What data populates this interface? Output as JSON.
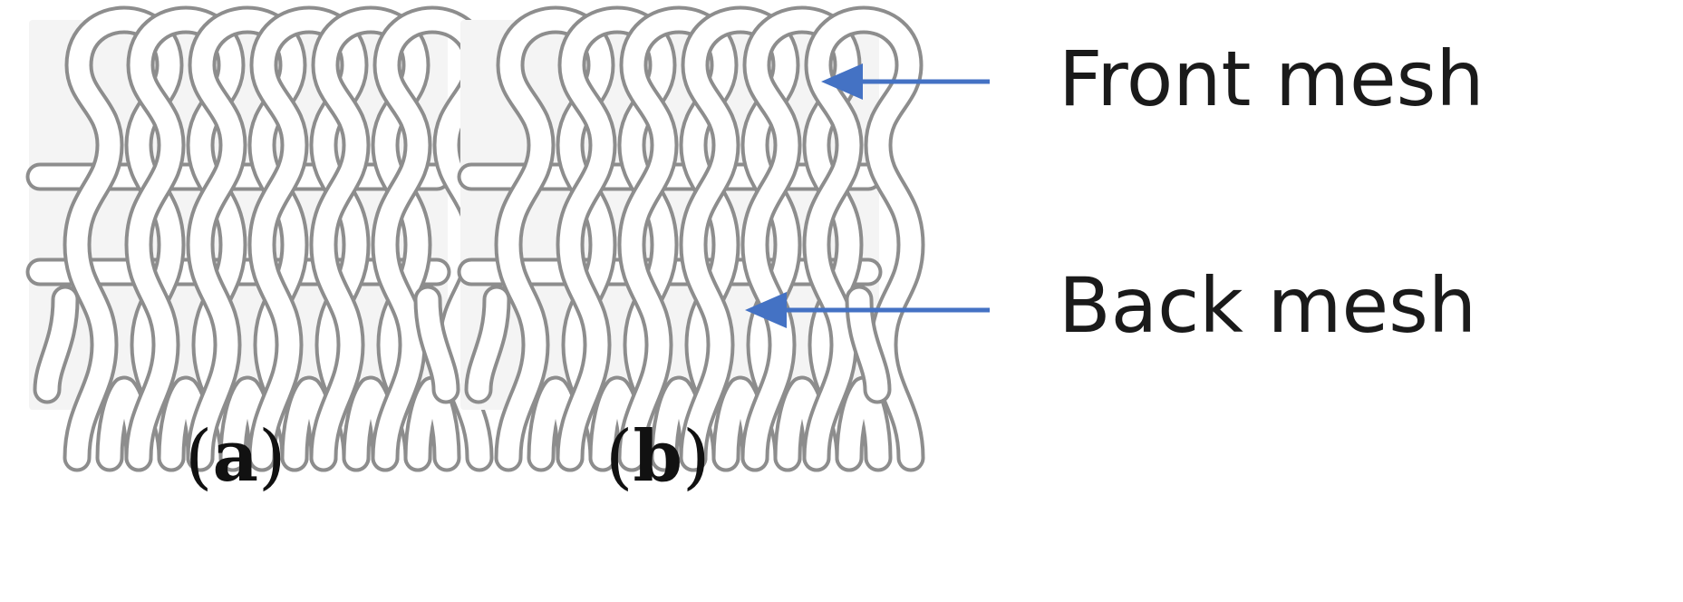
{
  "panels": [
    {
      "id": "a",
      "caption_letter": "a"
    },
    {
      "id": "b",
      "caption_letter": "b"
    }
  ],
  "labels": {
    "front": "Front mesh",
    "back": "Back mesh"
  },
  "colors": {
    "arrow": "#4472c4",
    "yarn_outline": "#8d8d8d",
    "panel_background": "#f4f4f4",
    "text": "#1a1a1a"
  }
}
